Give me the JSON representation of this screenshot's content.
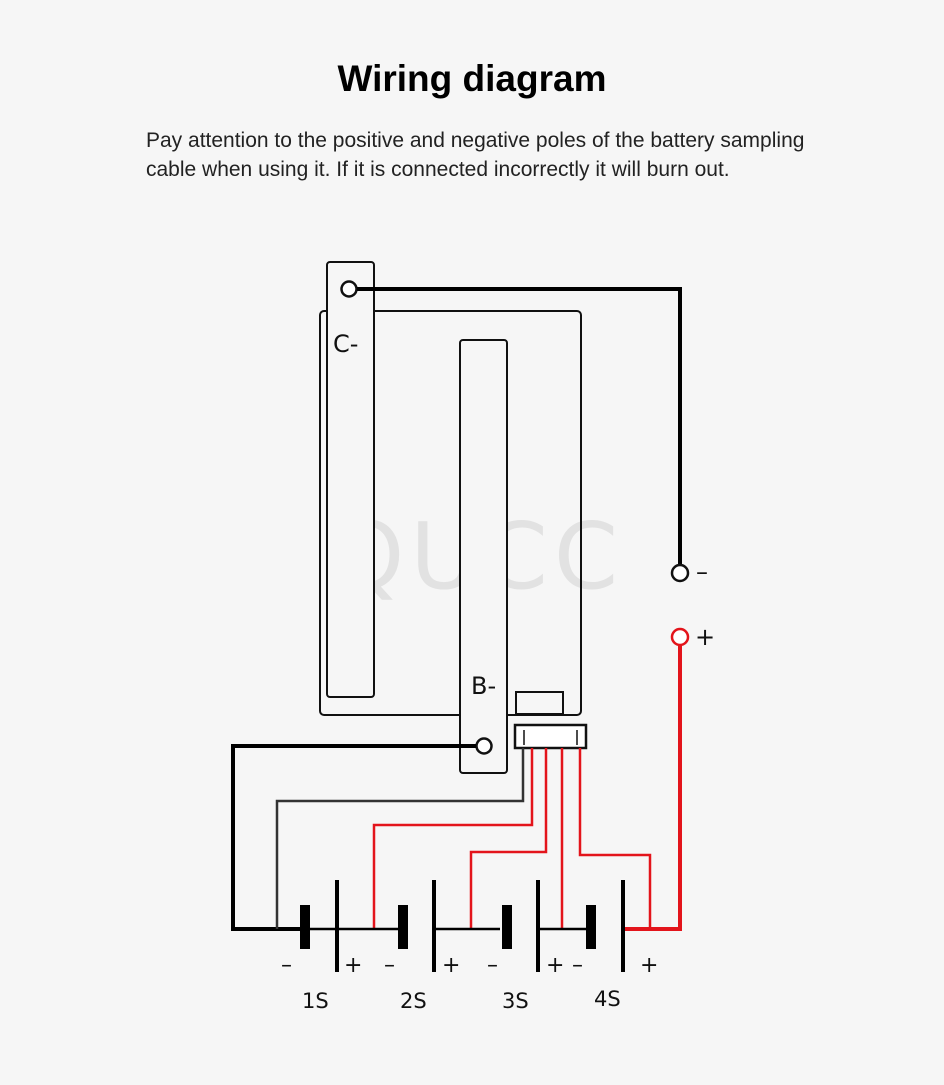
{
  "title": "Wiring diagram",
  "description": "Pay attention to the positive and negative poles of the battery sampling cable when using it. If it is connected incorrectly it will burn out.",
  "watermark": "QUCC",
  "board": {
    "c_minus_label": "C-",
    "b_minus_label": "B-"
  },
  "output": {
    "minus_label": "–",
    "plus_label": "+"
  },
  "cells": [
    {
      "name": "1S",
      "minus": "–",
      "plus": "+"
    },
    {
      "name": "2S",
      "minus": "–",
      "plus": "+"
    },
    {
      "name": "3S",
      "minus": "–",
      "plus": "+"
    },
    {
      "name": "4S",
      "minus": "–",
      "plus": "+"
    }
  ],
  "colors": {
    "wire_negative": "#000000",
    "wire_positive": "#e3141b",
    "background": "#f6f6f6"
  }
}
